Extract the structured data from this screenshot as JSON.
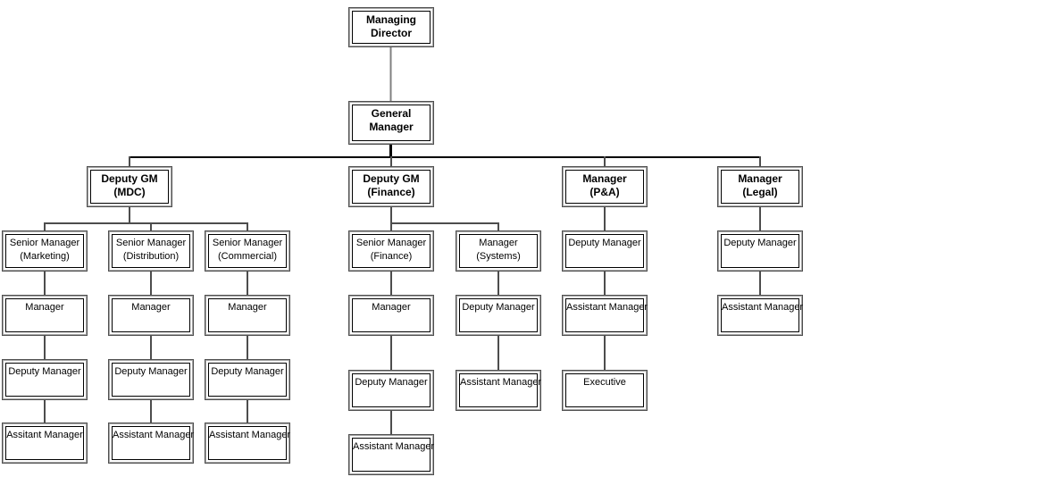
{
  "diagram": {
    "type": "org-chart",
    "colors": {
      "background": "#ffffff",
      "box_frame_gray": "#a6a6a6",
      "box_outer_line": "#4f4f4f",
      "box_inner_border": "#000000",
      "text": "#000000",
      "connector": "#666666",
      "trunk_connector": "#000000"
    },
    "nodes": {
      "managing_director": {
        "line1": "Managing",
        "line2": "Director"
      },
      "general_manager": {
        "line1": "General",
        "line2": "Manager"
      },
      "deputy_gm_mdc": {
        "line1": "Deputy GM",
        "line2": "(MDC)"
      },
      "deputy_gm_finance": {
        "line1": "Deputy GM",
        "line2": "(Finance)"
      },
      "manager_pa": {
        "line1": "Manager",
        "line2": "(P&A)"
      },
      "manager_legal": {
        "line1": "Manager",
        "line2": "(Legal)"
      },
      "sm_marketing": {
        "line1": "Senior Manager",
        "line2": "(Marketing)"
      },
      "sm_distribution": {
        "line1": "Senior Manager",
        "line2": "(Distribution)"
      },
      "sm_commercial": {
        "line1": "Senior Manager",
        "line2": "(Commercial)"
      },
      "sm_finance": {
        "line1": "Senior Manager",
        "line2": "(Finance)"
      },
      "manager_systems": {
        "line1": "Manager",
        "line2": "(Systems)"
      },
      "mkt_manager": {
        "line1": "Manager"
      },
      "dist_manager": {
        "line1": "Manager"
      },
      "comm_manager": {
        "line1": "Manager"
      },
      "fin_manager": {
        "line1": "Manager"
      },
      "mkt_deputy_manager": {
        "line1": "Deputy Manager"
      },
      "dist_deputy_manager": {
        "line1": "Deputy Manager"
      },
      "comm_deputy_manager": {
        "line1": "Deputy Manager"
      },
      "fin_deputy_manager": {
        "line1": "Deputy Manager"
      },
      "sys_deputy_manager": {
        "line1": "Deputy Manager"
      },
      "pa_deputy_manager": {
        "line1": "Deputy Manager"
      },
      "legal_deputy_manager": {
        "line1": "Deputy Manager"
      },
      "mkt_assistant_manager": {
        "line1": "Assitant Manager"
      },
      "dist_assistant_manager": {
        "line1": "Assistant Manager"
      },
      "comm_assistant_manager": {
        "line1": "Assistant Manager"
      },
      "fin_assistant_manager": {
        "line1": "Assistant Manager"
      },
      "sys_assistant_manager": {
        "line1": "Assistant Manager"
      },
      "pa_assistant_manager": {
        "line1": "Assistant Manager"
      },
      "legal_assistant_manager": {
        "line1": "Assistant Manager"
      },
      "pa_executive": {
        "line1": "Executive"
      }
    },
    "edges": [
      [
        "managing_director",
        "general_manager"
      ],
      [
        "general_manager",
        "deputy_gm_mdc"
      ],
      [
        "general_manager",
        "deputy_gm_finance"
      ],
      [
        "general_manager",
        "manager_pa"
      ],
      [
        "general_manager",
        "manager_legal"
      ],
      [
        "deputy_gm_mdc",
        "sm_marketing"
      ],
      [
        "deputy_gm_mdc",
        "sm_distribution"
      ],
      [
        "deputy_gm_mdc",
        "sm_commercial"
      ],
      [
        "sm_marketing",
        "mkt_manager"
      ],
      [
        "mkt_manager",
        "mkt_deputy_manager"
      ],
      [
        "mkt_deputy_manager",
        "mkt_assistant_manager"
      ],
      [
        "sm_distribution",
        "dist_manager"
      ],
      [
        "dist_manager",
        "dist_deputy_manager"
      ],
      [
        "dist_deputy_manager",
        "dist_assistant_manager"
      ],
      [
        "sm_commercial",
        "comm_manager"
      ],
      [
        "comm_manager",
        "comm_deputy_manager"
      ],
      [
        "comm_deputy_manager",
        "comm_assistant_manager"
      ],
      [
        "deputy_gm_finance",
        "sm_finance"
      ],
      [
        "deputy_gm_finance",
        "manager_systems"
      ],
      [
        "sm_finance",
        "fin_manager"
      ],
      [
        "fin_manager",
        "fin_deputy_manager"
      ],
      [
        "fin_deputy_manager",
        "fin_assistant_manager"
      ],
      [
        "manager_systems",
        "sys_deputy_manager"
      ],
      [
        "sys_deputy_manager",
        "sys_assistant_manager"
      ],
      [
        "manager_pa",
        "pa_deputy_manager"
      ],
      [
        "pa_deputy_manager",
        "pa_assistant_manager"
      ],
      [
        "pa_assistant_manager",
        "pa_executive"
      ],
      [
        "manager_legal",
        "legal_deputy_manager"
      ],
      [
        "legal_deputy_manager",
        "legal_assistant_manager"
      ]
    ]
  }
}
